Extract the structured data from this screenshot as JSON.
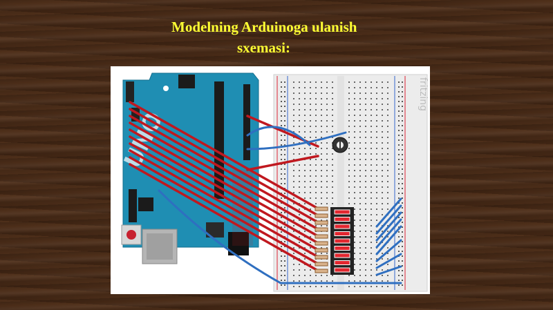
{
  "slide": {
    "title_line1": "Modelning Arduinoga ulanish",
    "title_line2": "sxemasi:",
    "title_color": "#ffff33"
  },
  "diagram": {
    "watermark": "fritzing",
    "board_text": "UNO",
    "colors": {
      "board": "#1f8eb3",
      "wire_red": "#c0181f",
      "wire_blue": "#2f6fc0",
      "breadboard": "#ececec"
    }
  }
}
